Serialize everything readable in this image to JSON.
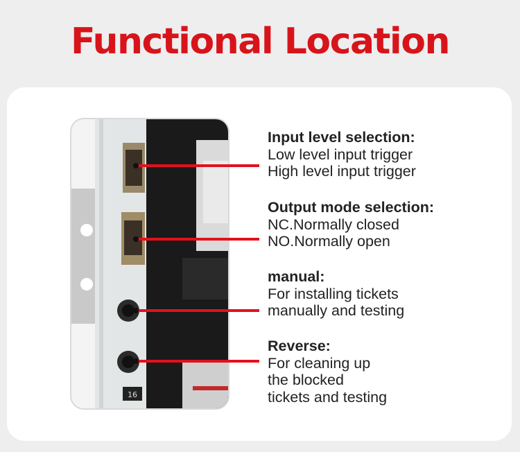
{
  "title": "Functional Location",
  "colors": {
    "accent": "#d8141b",
    "pointer": "#e3101c",
    "card": "#ffffff",
    "background": "#eeeeee"
  },
  "sections": [
    {
      "heading": "Input level selection:",
      "lines": [
        "Low level input trigger",
        "High level input trigger"
      ]
    },
    {
      "heading": "Output mode selection:",
      "lines": [
        "NC.Normally closed",
        "NO.Normally open"
      ]
    },
    {
      "heading": "manual:",
      "lines": [
        "For installing tickets",
        "manually and testing"
      ]
    },
    {
      "heading": "Reverse:",
      "lines": [
        "For cleaning up",
        "the blocked",
        "tickets and testing"
      ]
    }
  ],
  "photo": {
    "board_label": "16"
  }
}
